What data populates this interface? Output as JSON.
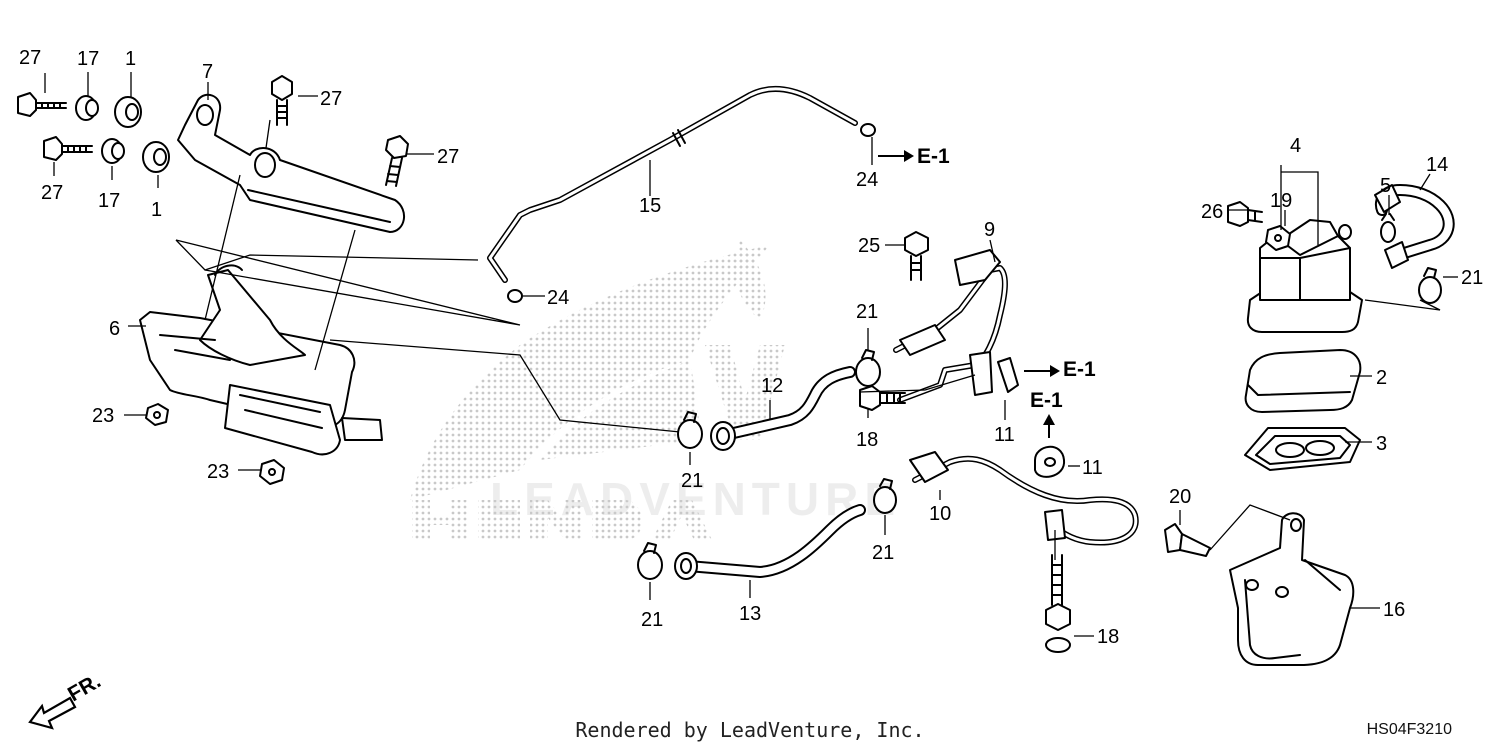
{
  "callouts": {
    "c27a": "27",
    "c17a": "17",
    "c1a": "1",
    "c7": "7",
    "c27b": "27",
    "c27c": "27",
    "c17b": "17",
    "c1b": "1",
    "c27d": "27",
    "c6": "6",
    "c23a": "23",
    "c23b": "23",
    "c15": "15",
    "c24a": "24",
    "c24b": "24",
    "c9": "9",
    "c25": "25",
    "c21a": "21",
    "c12": "12",
    "c18a": "18",
    "c11a": "11",
    "c11b": "11",
    "c21b": "21",
    "c10": "10",
    "c21c": "21",
    "c13": "13",
    "c21d": "21",
    "c18b": "18",
    "c4": "4",
    "c26": "26",
    "c19": "19",
    "c5": "5",
    "c14": "14",
    "c21e": "21",
    "c2": "2",
    "c3": "3",
    "c20": "20",
    "c16": "16"
  },
  "references": {
    "e1_top": "E-1",
    "e1_mid": "E-1",
    "e1_low": "E-1"
  },
  "front_label": "FR.",
  "watermark": {
    "brand_text": "LEADVENTURE"
  },
  "footer": {
    "credit": "Rendered by LeadVenture, Inc.",
    "diagram_code": "HS04F3210"
  }
}
